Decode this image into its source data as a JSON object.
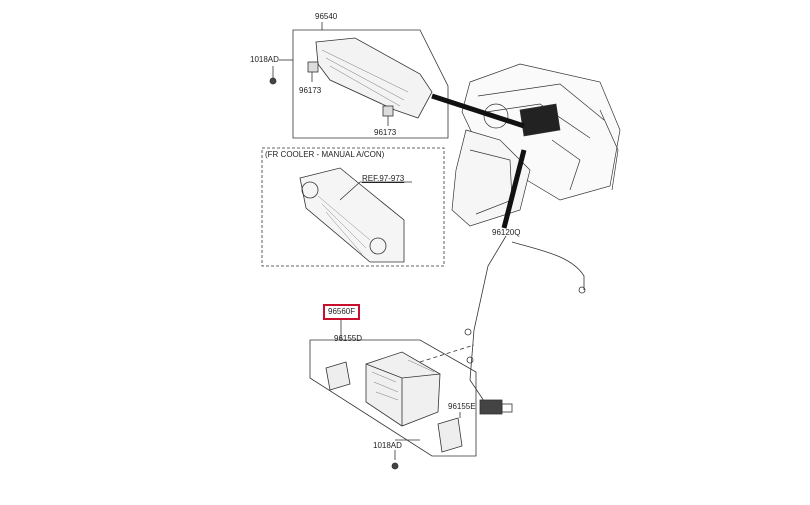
{
  "labels": {
    "p96540": "96540",
    "p1018ad_top": "1018AD",
    "p96173_a": "96173",
    "p96173_b": "96173",
    "section_fr_cooler": "(FR COOLER - MANUAL A/CON)",
    "ref": "REF.97-973",
    "p96120q": "96120Q",
    "p96560f": "96560F",
    "p96155d": "96155D",
    "p96155e": "96155E",
    "p1018ad_bottom": "1018AD"
  },
  "highlight_color": "#c8102e"
}
